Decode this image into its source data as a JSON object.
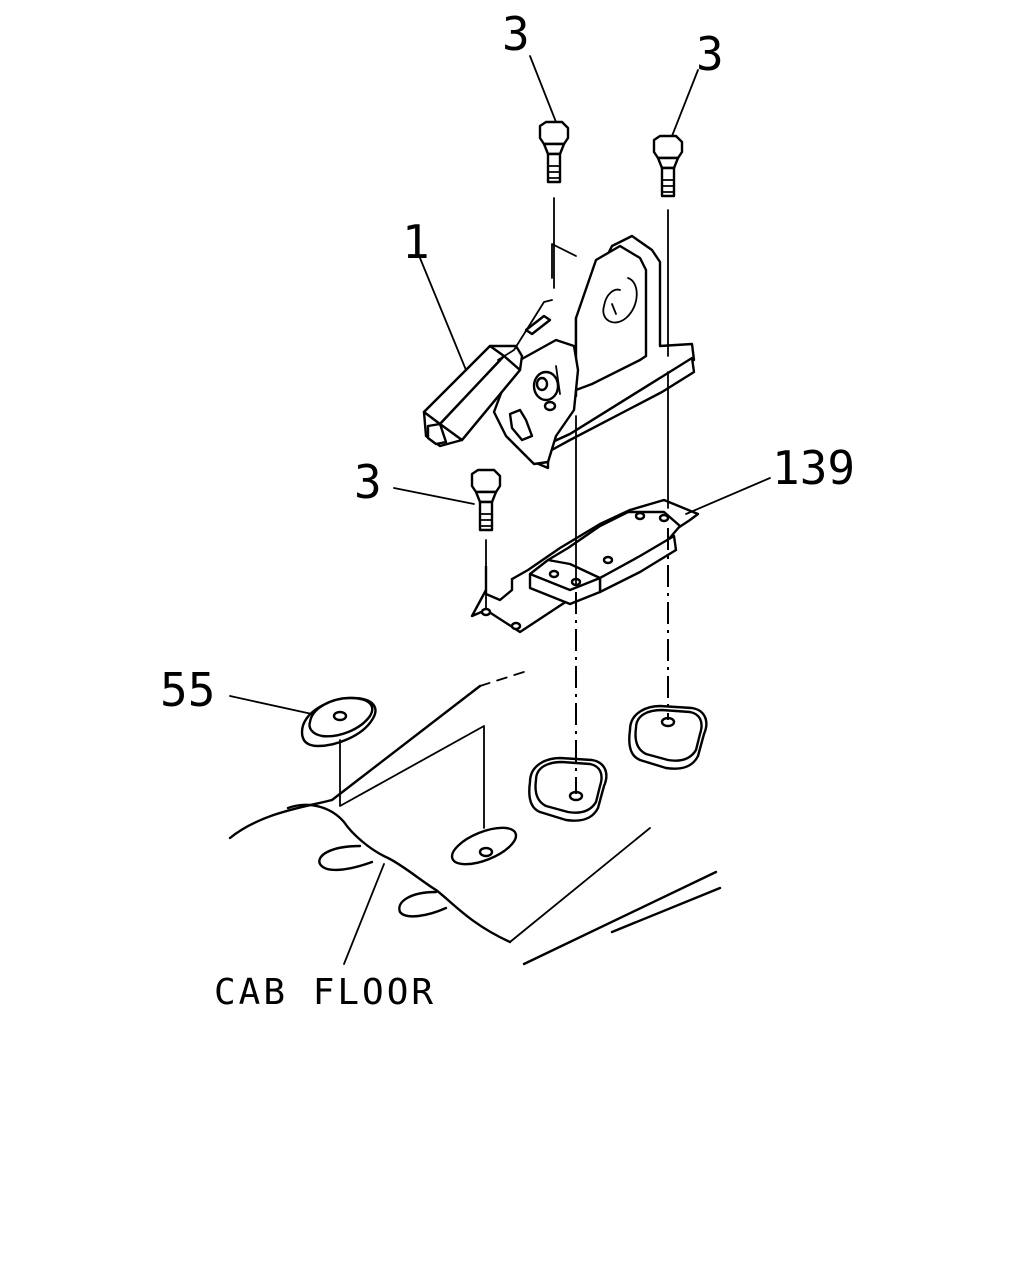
{
  "callouts": {
    "bolt_top_left": "3",
    "bolt_top_right": "3",
    "bolt_left": "3",
    "lever": "1",
    "bracket": "139",
    "grommet": "55"
  },
  "caption": "CAB FLOOR"
}
